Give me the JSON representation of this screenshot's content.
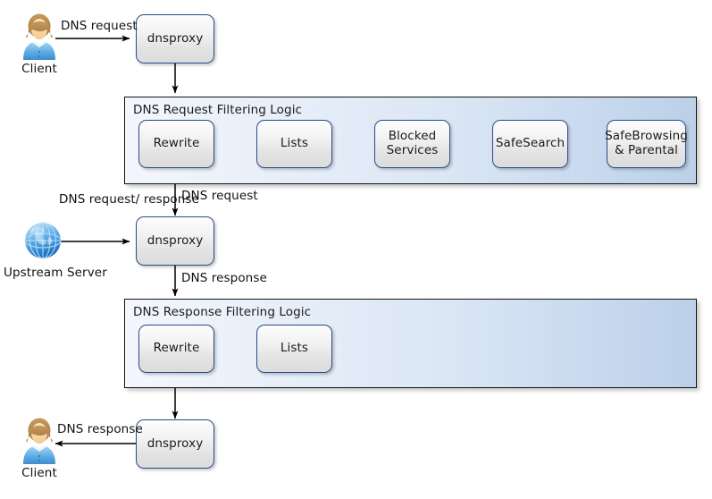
{
  "diagram": {
    "title": "AdGuard Home DNS request/response filtering flow",
    "background": "#ffffff",
    "colors": {
      "node_border": "#2b4a8b",
      "container_border": "#141414",
      "container_fill_start": "#f3f7fc",
      "container_fill_end": "#bbd0e8",
      "arrow": "#000000",
      "text": "#111111"
    }
  },
  "actors": {
    "client_top": {
      "label": "Client",
      "icon": "user-avatar-icon"
    },
    "upstream": {
      "label_line1": "Upstream",
      "label_line2": "Server",
      "icon": "globe-icon"
    },
    "client_bottom": {
      "label": "Client",
      "icon": "user-avatar-icon"
    }
  },
  "nodes": {
    "dnsproxy_top": {
      "label": "dnsproxy"
    },
    "dnsproxy_mid": {
      "label": "dnsproxy"
    },
    "dnsproxy_bottom": {
      "label": "dnsproxy"
    }
  },
  "request_filtering": {
    "title": "DNS Request Filtering Logic",
    "stages": [
      {
        "label": "Rewrite"
      },
      {
        "label": "Lists"
      },
      {
        "label_line1": "Blocked",
        "label_line2": "Services"
      },
      {
        "label": "SafeSearch"
      },
      {
        "label_line1": "SafeBrowsing",
        "label_line2": "& Parental"
      }
    ]
  },
  "response_filtering": {
    "title": "DNS Response Filtering Logic",
    "stages": [
      {
        "label": "Rewrite"
      },
      {
        "label": "Lists"
      }
    ]
  },
  "edges": {
    "client_to_proxy": "DNS request",
    "proxy_to_request_filter": "DNS request",
    "upstream_exchange_line1": "DNS",
    "upstream_exchange_line2": "request/",
    "upstream_exchange_line3": "response",
    "proxy_to_response_filter": "DNS response",
    "proxy_to_client": "DNS response"
  }
}
